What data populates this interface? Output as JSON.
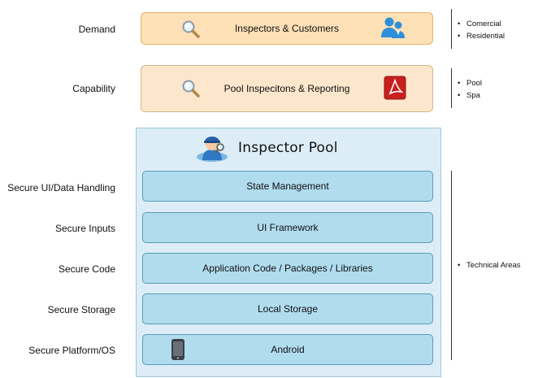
{
  "left_labels": {
    "demand": "Demand",
    "capability": "Capability",
    "secure_ui": "Secure UI/Data Handling",
    "secure_inputs": "Secure Inputs",
    "secure_code": "Secure Code",
    "secure_storage": "Secure Storage",
    "secure_platform": "Secure Platform/OS"
  },
  "boxes": {
    "demand_label": "Inspectors & Customers",
    "capability_label": "Pool Inspecitons & Reporting"
  },
  "container": {
    "title": "Inspector Pool",
    "layers": [
      "State Management",
      "UI Framework",
      "Application Code / Packages / Libraries",
      "Local Storage",
      "Android"
    ]
  },
  "notes": {
    "demand": [
      "Comercial",
      "Residential"
    ],
    "capability": [
      "Pool",
      "Spa"
    ],
    "technical": [
      "Technical Areas"
    ]
  },
  "icons": {
    "demand_left": "magnifier-icon",
    "demand_right": "users-icon",
    "capability_left": "magnifier-icon",
    "capability_right": "pdf-icon",
    "title": "inspector-avatar-icon",
    "android": "phone-icon"
  },
  "colors": {
    "demand_fill": "#fde0b6",
    "capability_fill": "#fce6cc",
    "container_fill": "#dcedf7",
    "layer_fill": "#b0dcee",
    "pdf_red": "#c8201e"
  }
}
